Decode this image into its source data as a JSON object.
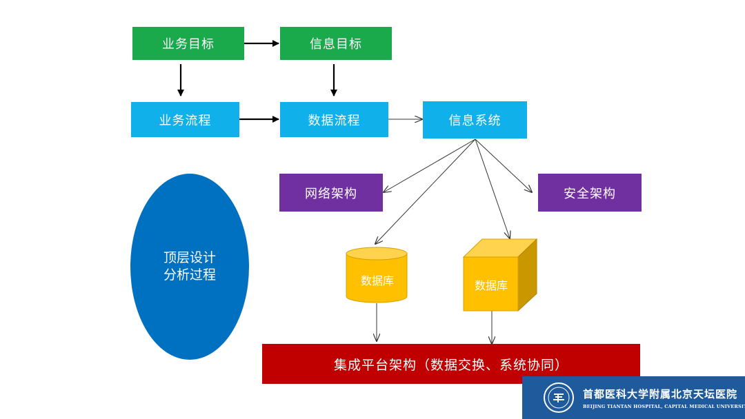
{
  "colors": {
    "goal_green": "#1aa94b",
    "process_cyan": "#10b1ea",
    "architecture_purple": "#7030a0",
    "database_yellow": "#ffc000",
    "platform_red": "#c00000",
    "ellipse_blue": "#0070c0",
    "logo_blue": "#1e5a9c"
  },
  "nodes": {
    "business_goal": "业务目标",
    "info_goal": "信息目标",
    "business_process": "业务流程",
    "data_process": "数据流程",
    "info_system": "信息系统",
    "network_arch": "网络架构",
    "security_arch": "安全架构",
    "database_cylinder": "数据库",
    "database_cube": "数据库",
    "integration_platform": "集成平台架构（数据交换、系统协同）"
  },
  "ellipse": {
    "line1": "顶层设计",
    "line2": "分析过程"
  },
  "logo": {
    "name_cn": "首都医科大学附属北京天坛医院",
    "name_en": "BEIJING TIANTAN HOSPITAL, CAPITAL MEDICAL UNIVERSITY"
  }
}
